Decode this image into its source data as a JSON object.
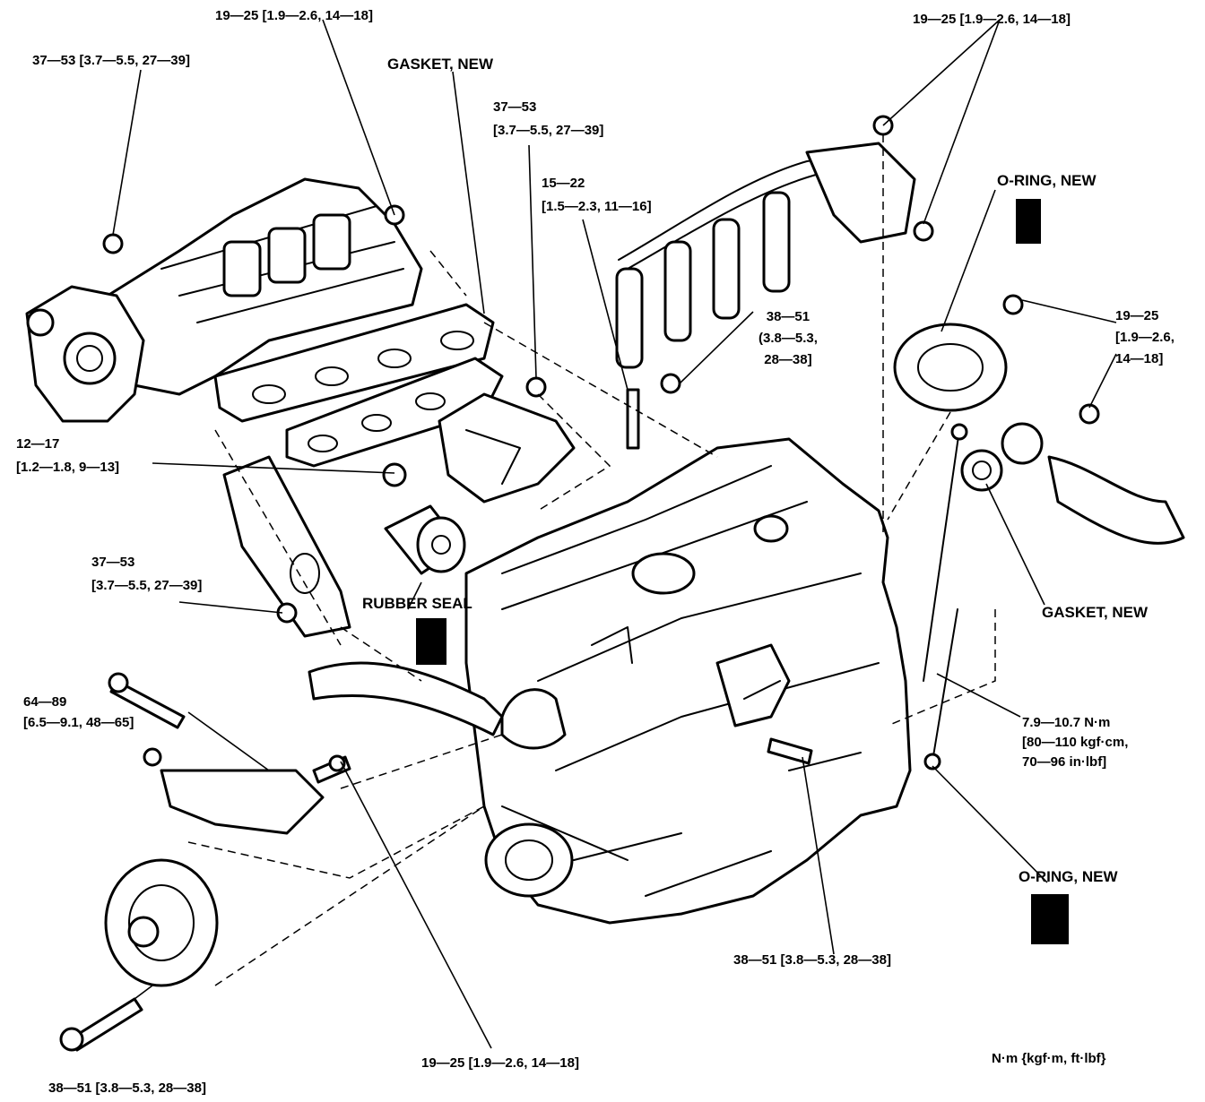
{
  "torque_labels": [
    {
      "id": "tq-top-center",
      "lines": [
        "19—25 [1.9—2.6, 14—18]"
      ]
    },
    {
      "id": "tq-top-left",
      "lines": [
        "37—53 [3.7—5.5, 27—39]"
      ]
    },
    {
      "id": "tq-top-right",
      "lines": [
        "19—25 [1.9—2.6, 14—18]"
      ]
    },
    {
      "id": "tq-center-a",
      "lines": [
        "37—53",
        "[3.7—5.5, 27—39]"
      ]
    },
    {
      "id": "tq-center-b",
      "lines": [
        "15—22",
        "[1.5—2.3, 11—16]"
      ]
    },
    {
      "id": "tq-center-c",
      "lines": [
        "38—51",
        "(3.8—5.3,",
        "28—38]"
      ]
    },
    {
      "id": "tq-right-mid",
      "lines": [
        "19—25",
        "[1.9—2.6,",
        "14—18]"
      ]
    },
    {
      "id": "tq-left-mid",
      "lines": [
        "12—17",
        "[1.2—1.8, 9—13]"
      ]
    },
    {
      "id": "tq-left-lower",
      "lines": [
        "37—53",
        "[3.7—5.5, 27—39]"
      ]
    },
    {
      "id": "tq-left-bolt",
      "lines": [
        "64—89",
        "[6.5—9.1, 48—65]"
      ]
    },
    {
      "id": "tq-right-lower",
      "lines": [
        "7.9—10.7 N·m",
        "[80—110 kgf·cm,",
        "70—96 in·lbf]"
      ]
    },
    {
      "id": "tq-bottom-right",
      "lines": [
        "38—51 [3.8—5.3, 28—38]"
      ]
    },
    {
      "id": "tq-bottom-center",
      "lines": [
        "19—25 [1.9—2.6, 14—18]"
      ]
    },
    {
      "id": "tq-bottom-left",
      "lines": [
        "38—51 [3.8—5.3, 28—38]"
      ]
    }
  ],
  "part_labels": [
    {
      "id": "gasket-new-top",
      "text": "GASKET, NEW"
    },
    {
      "id": "o-ring-new-top",
      "text": "O-RING, NEW"
    },
    {
      "id": "rubber-seal",
      "text": "RUBBER SEAL"
    },
    {
      "id": "gasket-new-right",
      "text": "GASKET, NEW"
    },
    {
      "id": "o-ring-new-bottom",
      "text": "O-RING, NEW"
    }
  ],
  "units_label": "N·m {kgf·m, ft·lbf}"
}
